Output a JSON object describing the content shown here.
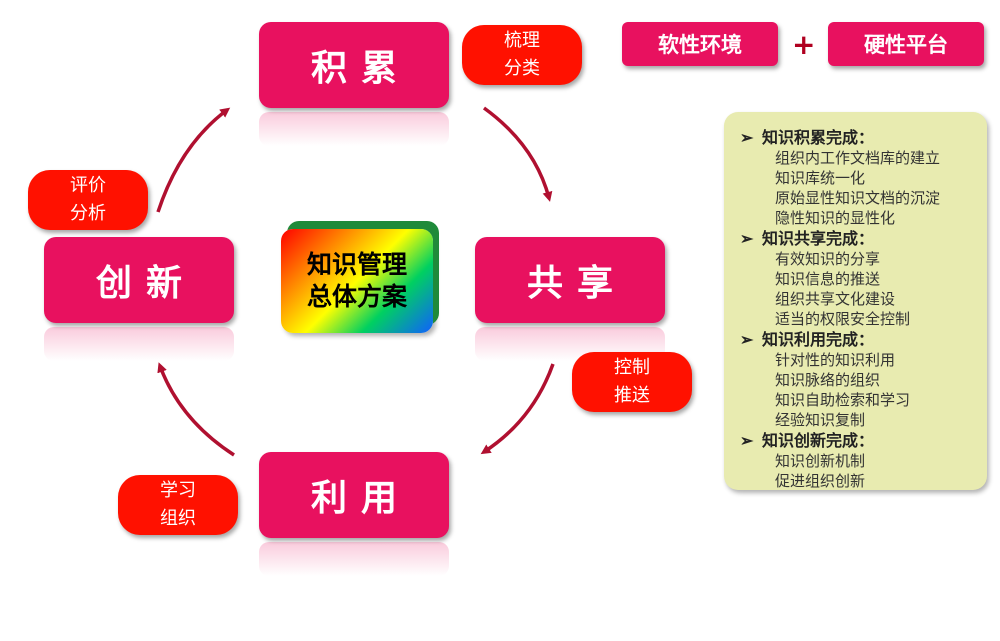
{
  "top": {
    "left": "软性环境",
    "plus": "+",
    "right": "硬性平台"
  },
  "cycle": {
    "accumulate": "积累",
    "share": "共享",
    "use": "利用",
    "innovate": "创新"
  },
  "pills": {
    "organize": [
      "梳理",
      "分类"
    ],
    "control": [
      "控制",
      "推送"
    ],
    "learn": [
      "学习",
      "组织"
    ],
    "evaluate": [
      "评价",
      "分析"
    ]
  },
  "center": [
    "知识管理",
    "总体方案"
  ],
  "panel": {
    "sections": [
      {
        "title": "知识积累完成：",
        "items": [
          "组织内工作文档库的建立",
          "知识库统一化",
          "原始显性知识文档的沉淀",
          "隐性知识的显性化"
        ]
      },
      {
        "title": "知识共享完成：",
        "items": [
          "有效知识的分享",
          "知识信息的推送",
          "组织共享文化建设",
          "适当的权限安全控制"
        ]
      },
      {
        "title": "知识利用完成：",
        "items": [
          "针对性的知识利用",
          "知识脉络的组织",
          "知识自助检索和学习",
          "经验知识复制"
        ]
      },
      {
        "title": "知识创新完成：",
        "items": [
          "知识创新机制",
          "促进组织创新"
        ]
      }
    ],
    "bullet": "➢"
  }
}
